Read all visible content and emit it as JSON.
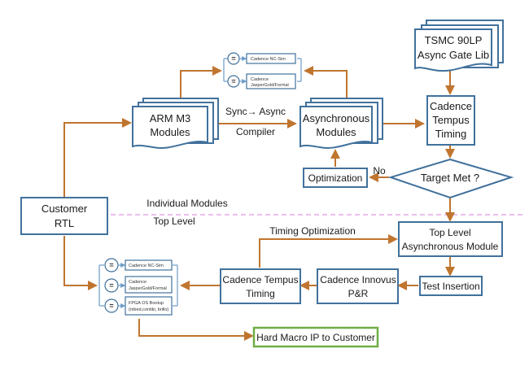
{
  "diagram": {
    "nodes": {
      "tsmc_lib": {
        "line1": "TSMC 90LP",
        "line2": "Async Gate Lib"
      },
      "arm_modules": {
        "line1": "ARM M3",
        "line2": "Modules"
      },
      "async_modules": {
        "line1": "Asynchronous",
        "line2": "Modules"
      },
      "tempus_top": {
        "line1": "Cadence",
        "line2": "Tempus",
        "line3": "Timing"
      },
      "target_met": {
        "label": "Target Met ?"
      },
      "optimization": {
        "label": "Optimization"
      },
      "customer_rtl": {
        "line1": "Customer",
        "line2": "RTL"
      },
      "top_level_module": {
        "line1": "Top Level",
        "line2": "Asynchronous Module"
      },
      "test_insertion": {
        "label": "Test Insertion"
      },
      "innovus": {
        "line1": "Cadence Innovus",
        "line2": "P&R"
      },
      "tempus_bottom": {
        "line1": "Cadence Tempus",
        "line2": "Timing"
      },
      "hard_macro": {
        "label": "Hard Macro IP to Customer"
      }
    },
    "verification_top": {
      "items": [
        {
          "symbol": "=",
          "line1": "Cadence NC-Sim",
          "line2": ""
        },
        {
          "symbol": "=",
          "line1": "Cadence",
          "line2": "JasperGold/Formal"
        }
      ]
    },
    "verification_bottom": {
      "items": [
        {
          "symbol": "=",
          "line1": "Cadence NC-Sim",
          "line2": ""
        },
        {
          "symbol": "=",
          "line1": "Cadence",
          "line2": "JasperGold/Formal"
        },
        {
          "symbol": "=",
          "line1": "FPGA OS Bootup",
          "line2": "(mbed,contiki, brillo)"
        }
      ]
    },
    "edge_labels": {
      "compiler_line1": "Sync→ Async",
      "compiler_line2": "Compiler",
      "no": "No",
      "timing_optimization": "Timing Optimization"
    },
    "divider": {
      "above": "Individual Modules",
      "below": "Top Level"
    },
    "colors": {
      "box_stroke": "#41719c",
      "flow_arrow": "#c0752f",
      "final_box_stroke": "#70ad47",
      "divider": "#e4a8ea"
    }
  }
}
